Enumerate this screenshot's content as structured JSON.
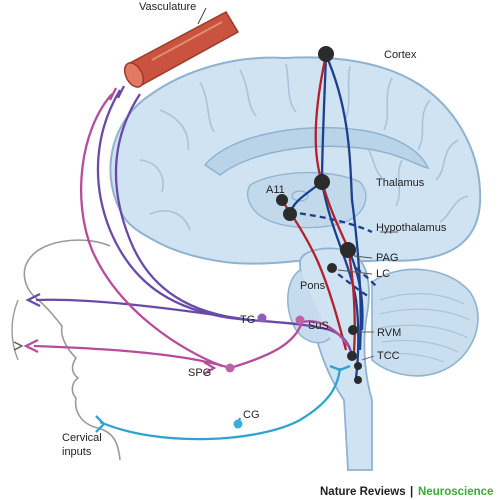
{
  "labels": {
    "vasculature": "Vasculature",
    "cortex": "Cortex",
    "thalamus": "Thalamus",
    "a11": "A11",
    "hypothalamus": "Hypothalamus",
    "pag": "PAG",
    "lc": "LC",
    "pons": "Pons",
    "rvm": "RVM",
    "tcc": "TCC",
    "tg": "TG",
    "sus": "SuS",
    "spg": "SPG",
    "cg": "CG",
    "cervical_line1": "Cervical",
    "cervical_line2": "inputs"
  },
  "credit": {
    "journal": "Nature Reviews",
    "separator": "|",
    "section": "Neuroscience"
  },
  "colors": {
    "brain_fill": "#cfe3f3",
    "brain_outline": "#8fb3cf",
    "vessel": "#c9533e",
    "ascending_blue": "#1d3f8f",
    "red_pathway": "#b2222a",
    "purple_pathway": "#6a4aa8",
    "magenta_pathway": "#b64c9c",
    "cyan_pathway": "#2fa3cf",
    "node": "#2b2b2b",
    "section_green": "#3aaa35"
  }
}
